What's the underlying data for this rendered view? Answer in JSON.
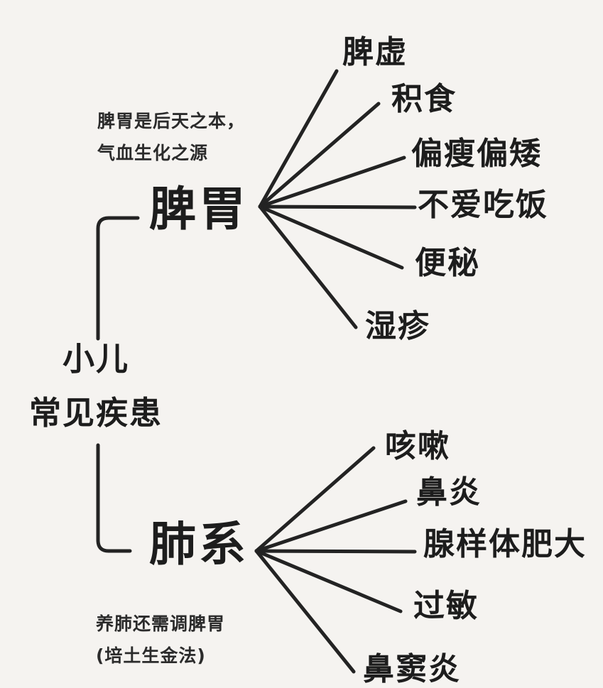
{
  "diagram": {
    "type": "mindmap",
    "root": {
      "line1": "小儿",
      "line2": "常见疾患"
    },
    "branches": [
      {
        "label": "脾胃",
        "note": [
          "脾胃是后天之本，",
          "气血生化之源"
        ],
        "children": [
          "脾虚",
          "积食",
          "偏瘦偏矮",
          "不爱吃饭",
          "便秘",
          "湿疹"
        ]
      },
      {
        "label": "肺系",
        "note": [
          "养肺还需调脾胃",
          "(培土生金法)"
        ],
        "children": [
          "咳嗽",
          "鼻炎",
          "腺样体肥大",
          "过敏",
          "鼻窦炎"
        ]
      }
    ],
    "colors": {
      "background": "#f5f3f0",
      "text": "#1d1d1d",
      "line": "#232323"
    }
  }
}
